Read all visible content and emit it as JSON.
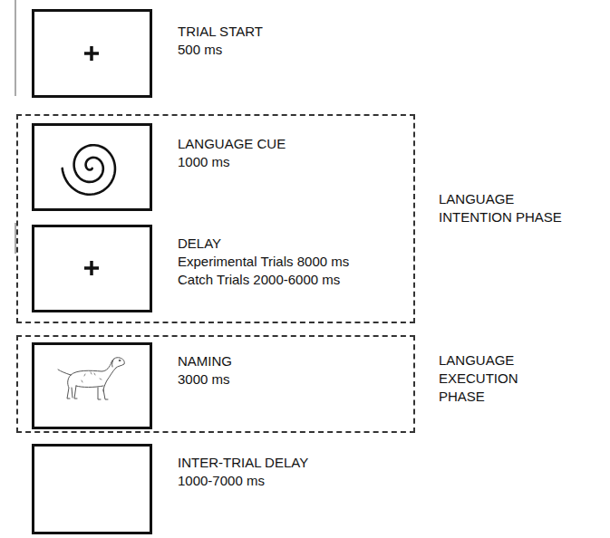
{
  "diagram": {
    "nodes": [
      {
        "text": [
          "TRIAL START",
          "500 ms"
        ]
      },
      {
        "text": [
          "LANGUAGE INTENTION PHASE"
        ]
      },
      {
        "text": [
          "LANGUAGE CUE",
          "1000 ms"
        ],
        "in": 1
      },
      {
        "text": [
          "DELAY",
          "Experimental Trials 8000 ms",
          "Catch Trials 2000-6000 ms"
        ],
        "in": 1
      },
      {
        "text": [
          "LANGUAGE EXECUTION PHASE"
        ]
      },
      {
        "text": [
          "NAMING",
          "3000 ms"
        ],
        "in": 4
      },
      {
        "text": [
          "INTER-TRIAL DELAY",
          "1000-7000 ms"
        ]
      }
    ]
  }
}
